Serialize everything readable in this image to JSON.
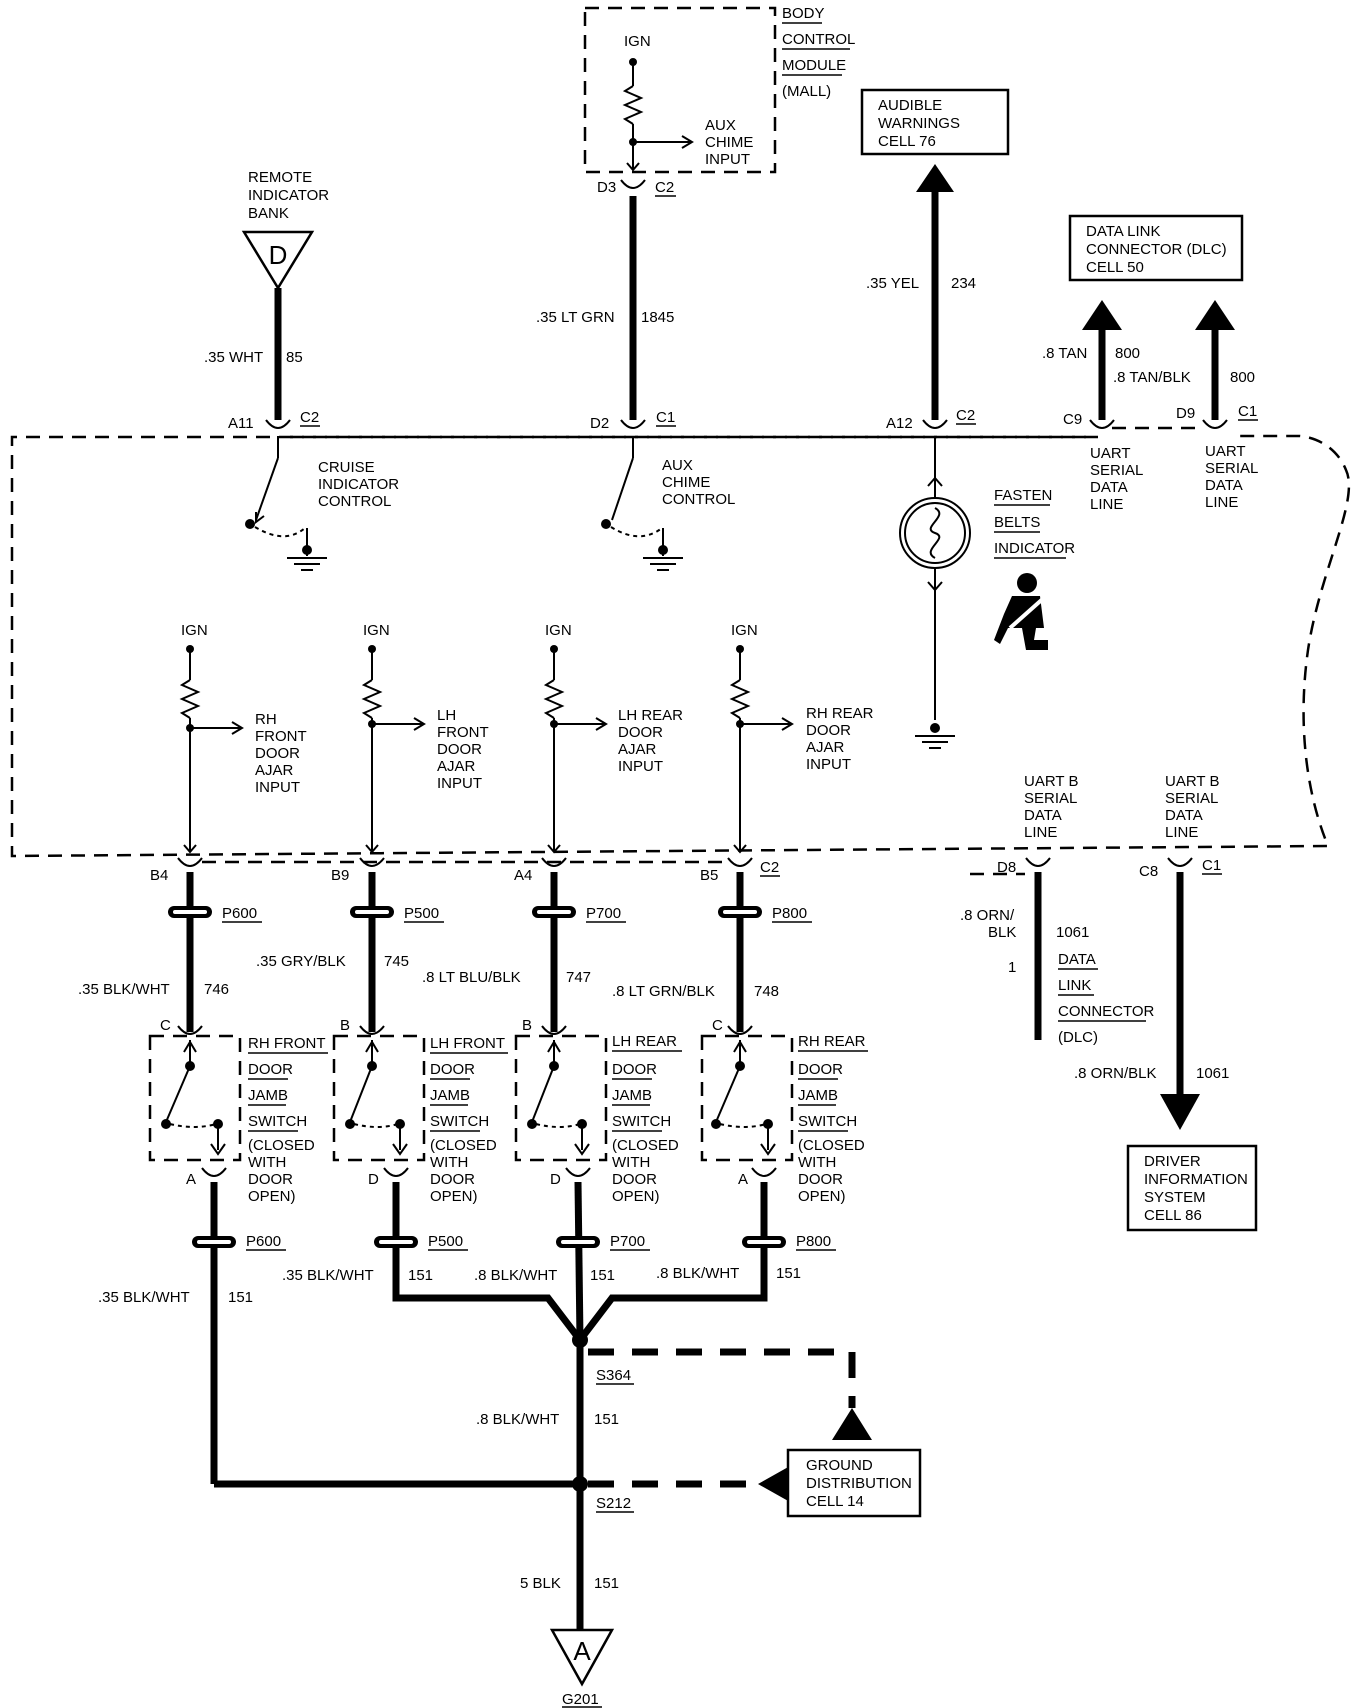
{
  "bcm": {
    "l1": "BODY",
    "l2": "CONTROL",
    "l3": "MODULE",
    "l4": "(MALL)",
    "ign": "IGN",
    "aux1": "AUX",
    "aux2": "CHIME",
    "aux3": "INPUT",
    "pinD3": "D3",
    "pinC2": "C2"
  },
  "audible": {
    "l1": "AUDIBLE",
    "l2": "WARNINGS",
    "l3": "CELL 76"
  },
  "dlc_box": {
    "l1": "DATA LINK",
    "l2": "CONNECTOR (DLC)",
    "l3": "CELL 50"
  },
  "remote": {
    "l1": "REMOTE",
    "l2": "INDICATOR",
    "l3": "BANK",
    "sym": "D"
  },
  "wires": {
    "w85": ".35 WHT",
    "c85": "85",
    "w1845": ".35 LT GRN",
    "c1845": "1845",
    "w234": ".35 YEL",
    "c234": "234",
    "w800a": ".8 TAN",
    "c800a": "800",
    "w800b": ".8 TAN/BLK",
    "c800b": "800",
    "w746": ".35 BLK/WHT",
    "c746": "746",
    "w745": ".35 GRY/BLK",
    "c745": "745",
    "w747": ".8 LT BLU/BLK",
    "c747": "747",
    "w748": ".8 LT GRN/BLK",
    "c748": "748",
    "w1061a": ".8 ORN/",
    "w1061a2": "BLK",
    "c1061a": "1061",
    "w1061b": ".8 ORN/BLK",
    "c1061b": "1061",
    "g1": ".35 BLK/WHT",
    "gc1": "151",
    "g2": ".35 BLK/WHT",
    "gc2": "151",
    "g3": ".8 BLK/WHT",
    "gc3": "151",
    "g4": ".8 BLK/WHT",
    "gc4": "151",
    "g5": ".8 BLK/WHT",
    "gc5": "151",
    "g6": "5 BLK",
    "gc6": "151"
  },
  "pins": {
    "A11": "A11",
    "C2a": "C2",
    "D2": "D2",
    "C1a": "C1",
    "A12": "A12",
    "C2b": "C2",
    "C9": "C9",
    "D9": "D9",
    "C1b": "C1",
    "B4": "B4",
    "B9": "B9",
    "A4": "A4",
    "B5": "B5",
    "C2c": "C2",
    "D8": "D8",
    "C8": "C8",
    "C1c": "C1"
  },
  "cluster": {
    "cruise1": "CRUISE",
    "cruise2": "INDICATOR",
    "cruise3": "CONTROL",
    "auxc1": "AUX",
    "auxc2": "CHIME",
    "auxc3": "CONTROL",
    "fb1": "FASTEN",
    "fb2": "BELTS",
    "fb3": "INDICATOR",
    "uartA": [
      "UART",
      "SERIAL",
      "DATA",
      "LINE"
    ],
    "uartB1": [
      "UART",
      "SERIAL",
      "DATA",
      "LINE"
    ],
    "uartB2": [
      "UART B",
      "SERIAL",
      "DATA",
      "LINE"
    ],
    "uartB3": [
      "UART B",
      "SERIAL",
      "DATA",
      "LINE"
    ],
    "ign": "IGN",
    "door1": [
      "RH",
      "FRONT",
      "DOOR",
      "AJAR",
      "INPUT"
    ],
    "door2": [
      "LH",
      "FRONT",
      "DOOR",
      "AJAR",
      "INPUT"
    ],
    "door3": [
      "LH REAR",
      "DOOR",
      "AJAR",
      "INPUT"
    ],
    "door4": [
      "RH REAR",
      "DOOR",
      "AJAR",
      "INPUT"
    ]
  },
  "connectors": {
    "p600": "P600",
    "p500": "P500",
    "p700": "P700",
    "p800": "P800"
  },
  "switches": [
    {
      "name": "RH FRONT",
      "top": "C",
      "bottom": "A"
    },
    {
      "name": "LH FRONT",
      "top": "B",
      "bottom": "D"
    },
    {
      "name": "LH REAR",
      "top": "B",
      "bottom": "D"
    },
    {
      "name": "RH REAR",
      "top": "C",
      "bottom": "A"
    }
  ],
  "sw_text": {
    "l2": "DOOR",
    "l3": "JAMB",
    "l4": "SWITCH",
    "l5": "(CLOSED",
    "l6": "WITH",
    "l7": "DOOR",
    "l8": "OPEN)"
  },
  "dlc_conn": {
    "pin": "1",
    "l1": "DATA",
    "l2": "LINK",
    "l3": "CONNECTOR",
    "l4": "(DLC)"
  },
  "dis": {
    "l1": "DRIVER",
    "l2": "INFORMATION",
    "l3": "SYSTEM",
    "l4": "CELL 86"
  },
  "gdc": {
    "l1": "GROUND",
    "l2": "DISTRIBUTION",
    "l3": "CELL 14"
  },
  "splices": {
    "s364": "S364",
    "s212": "S212"
  },
  "ground": {
    "sym": "A",
    "name": "G201"
  }
}
